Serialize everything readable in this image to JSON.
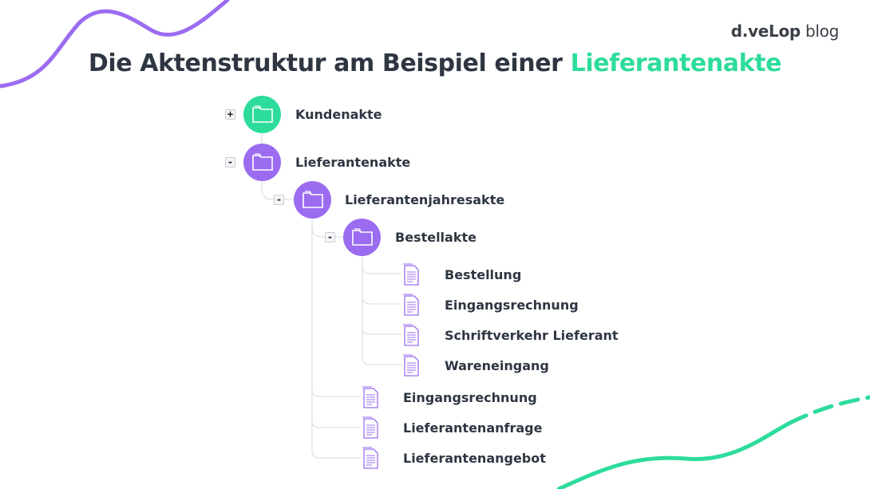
{
  "brand": {
    "name_strong": "d.veLop",
    "name_light": " blog"
  },
  "title": {
    "main": "Die Aktenstruktur am Beispiel einer ",
    "accent": "Lieferantenakte"
  },
  "colors": {
    "accent_green": "#2ddc9b",
    "accent_purple": "#9b6cf0",
    "text": "#2e3642",
    "connector": "#e3e5e8"
  },
  "tree": {
    "kundenakte": {
      "toggle": "+",
      "label": "Kundenakte",
      "icon": "folder-icon"
    },
    "lieferantenakte": {
      "toggle": "-",
      "label": "Lieferantenakte",
      "icon": "folder-icon"
    },
    "lieferantenjahresakte": {
      "toggle": "-",
      "label": "Lieferantenjahresakte",
      "icon": "folder-icon"
    },
    "bestellakte": {
      "toggle": "-",
      "label": "Bestellakte",
      "icon": "folder-icon"
    },
    "bestellakte_docs": [
      "Bestellung",
      "Eingangsrechnung",
      "Schriftverkehr Lieferant",
      "Wareneingang"
    ],
    "jahresakte_docs": [
      "Eingangsrechnung",
      "Lieferantenanfrage",
      "Lieferantenangebot"
    ]
  }
}
